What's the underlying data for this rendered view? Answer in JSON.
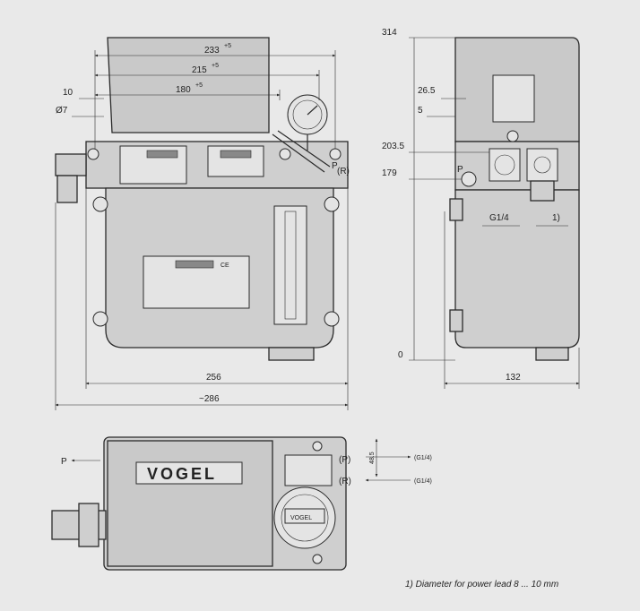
{
  "colors": {
    "background": "#e9e9e9",
    "housing": "#cfcfcf",
    "line": "#2a2a2a"
  },
  "front_view": {
    "dimensions": {
      "d233": "233",
      "d233_tol": "+5",
      "d215": "215",
      "d215_tol": "+5",
      "d180": "180",
      "d180_tol": "+5",
      "d10": "10",
      "phi7": "Ø7",
      "d256": "256",
      "d286": "~286"
    },
    "labels": {
      "p": "P",
      "r": "(R)"
    },
    "plate_text": {
      "ce": "CE"
    }
  },
  "side_view": {
    "dimensions": {
      "d314": "314",
      "d26_5": "26.5",
      "d5": "5",
      "d203_5": "203.5",
      "d179": "179",
      "d0": "0",
      "d132": "132",
      "g14": "G1/4",
      "footnote_ref": "1)"
    },
    "labels": {
      "p": "P"
    }
  },
  "top_view": {
    "brand": "VOGEL",
    "gauge_brand": "VOGEL",
    "labels": {
      "p_left": "P",
      "p_port": "(P)",
      "r_port": "(R)",
      "g14_p": "(G1/4)",
      "g14_r": "(G1/4)"
    },
    "dimensions": {
      "d48_5": "48.5"
    }
  },
  "footnote": "1) Diameter for power lead 8 ... 10 mm"
}
